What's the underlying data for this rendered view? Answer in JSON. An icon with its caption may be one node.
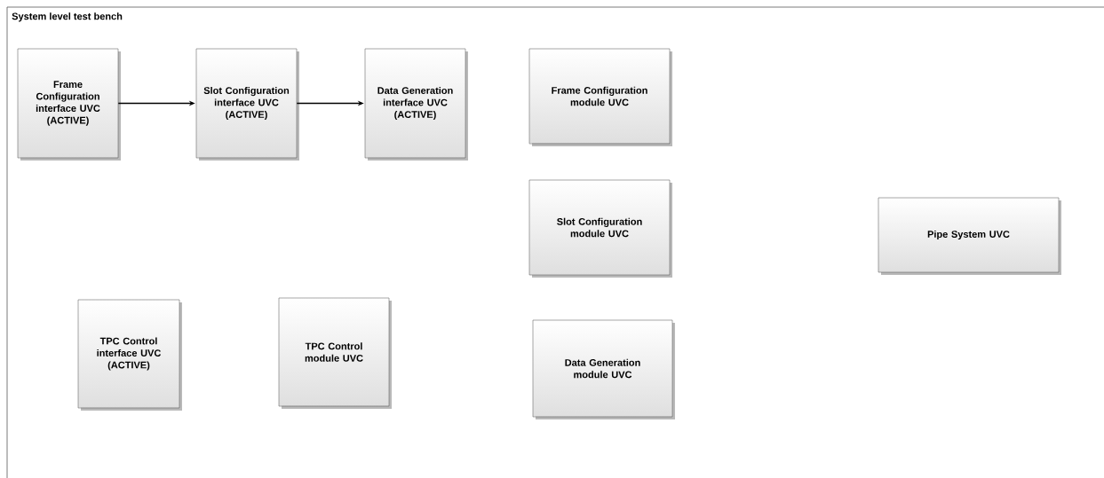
{
  "diagram": {
    "nodes": [
      {
        "text": [
          "System level test bench"
        ]
      },
      {
        "text": [
          "Frame Configuration interface UVC (ACTIVE)"
        ],
        "in": 0
      },
      {
        "text": [
          "Slot Configuration interface UVC (ACTIVE)"
        ],
        "in": 0
      },
      {
        "text": [
          "Data Generation interface UVC (ACTIVE)"
        ],
        "in": 0
      },
      {
        "text": [
          "Frame Configuration module UVC"
        ],
        "in": 0
      },
      {
        "text": [
          "Slot Configuration module UVC"
        ],
        "in": 0
      },
      {
        "text": [
          "Pipe System UVC"
        ],
        "in": 0
      },
      {
        "text": [
          "TPC Control interface UVC (ACTIVE)"
        ],
        "in": 0
      },
      {
        "text": [
          "TPC Control module UVC"
        ],
        "in": 0
      },
      {
        "text": [
          "Data Generation module UVC"
        ],
        "in": 0
      }
    ],
    "edges": [
      {
        "from": 1,
        "to": 2,
        "arrow": "to"
      },
      {
        "from": 2,
        "to": 3,
        "arrow": "to"
      }
    ]
  }
}
